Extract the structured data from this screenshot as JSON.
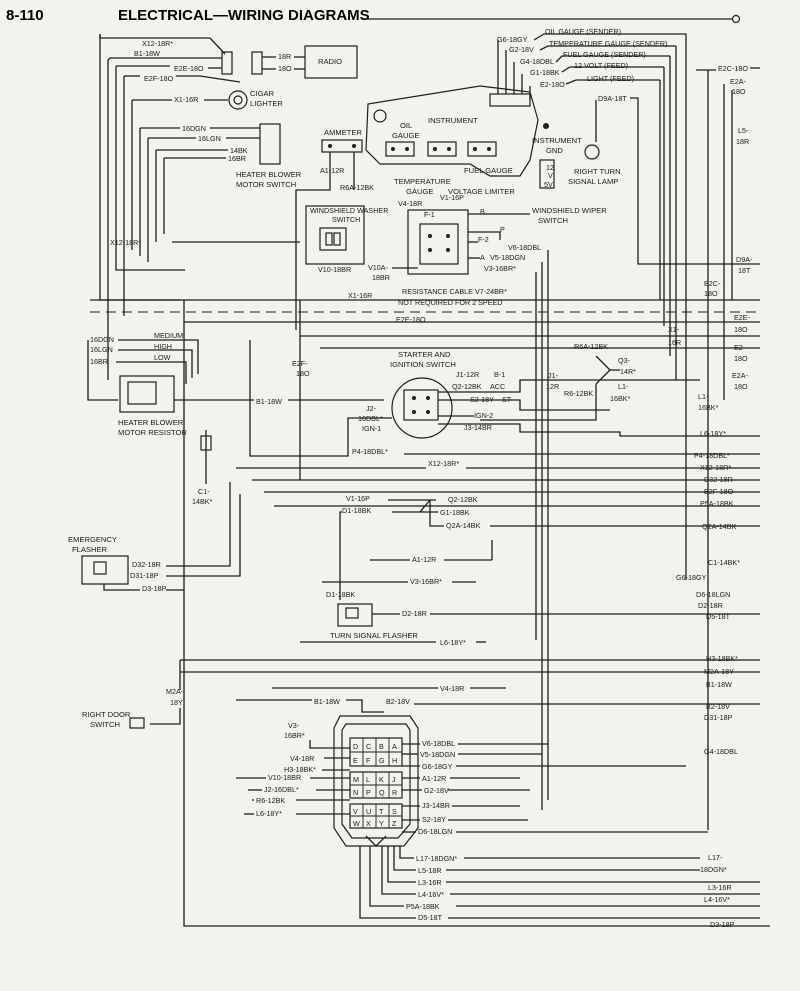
{
  "header": {
    "page_number": "8-110",
    "title": "ELECTRICAL—WIRING DIAGRAMS"
  },
  "components": {
    "radio": "RADIO",
    "cigar_lighter": [
      "CIGAR",
      "LIGHTER"
    ],
    "heater_blower_switch": [
      "HEATER BLOWER",
      "MOTOR SWITCH"
    ],
    "ammeter": "AMMETER",
    "instrument_cluster": "INSTRUMENT",
    "oil_gauge": [
      "OIL",
      "GAUGE"
    ],
    "fuel_gauge": "FUEL GAUGE",
    "temperature_gauge": [
      "TEMPERATURE",
      "GAUGE"
    ],
    "voltage_limiter": "VOLTAGE LIMITER",
    "instrument_gnd": [
      "INSTRUMENT",
      "GND"
    ],
    "right_turn_signal_lamp": [
      "RIGHT TURN",
      "SIGNAL LAMP"
    ],
    "windshield_washer_switch": [
      "WINDSHIELD WASHER",
      "SWITCH"
    ],
    "windshield_wiper_switch": [
      "WINDSHIELD WIPER",
      "SWITCH"
    ],
    "resistance_cable": "RESISTANCE CABLE V7-24BR*",
    "not_required": "NOT REQUIRED FOR 2 SPEED",
    "starter_ignition_switch": [
      "STARTER AND",
      "IGNITION SWITCH"
    ],
    "heater_blower_resistor": [
      "HEATER BLOWER",
      "MOTOR RESISTOR"
    ],
    "emergency_flasher": [
      "EMERGENCY",
      "FLASHER"
    ],
    "turn_signal_flasher": "TURN SIGNAL FLASHER",
    "right_door_switch": [
      "RIGHT DOOR",
      "SWITCH"
    ],
    "speed_labels": [
      "MEDIUM",
      "HIGH",
      "LOW"
    ],
    "voltage_values": [
      "12",
      "V",
      "5V"
    ]
  },
  "gauge_feeds": [
    "G6-18GY",
    "OIL GAUGE (SENDER)",
    "G2-18V",
    "TEMPERATURE GAUGE (SENDER)",
    "G4-18DBL",
    "FUEL GAUGE (SENDER)",
    "G1-18BK",
    "12 VOLT (FEED)",
    "E2-18O",
    "LIGHT (FEED)",
    "D9A-18T"
  ],
  "labels": {
    "x12_18r_top": "X12-18R*",
    "b1_18w_top": "B1-18W",
    "e2e_18o_top": "E2E-18O",
    "e2f_18o_top": "E2F-18O",
    "r18": "18R",
    "r180": "18O",
    "x1_16r": "X1-16R",
    "c16dgn": "16DGN",
    "c16lgn": "16LGN",
    "c14bk": "14BK",
    "c16br": "16BR",
    "a1_12r": "A1-12R",
    "r6a_12bk": "R6A-12BK",
    "v4_18r": "V4-18R",
    "f1": "F-1",
    "v1_16p": "V1-16P",
    "b": "B",
    "p": "P",
    "f2": "F-2",
    "a": "A",
    "v6_18dbl": "V6-18DBL",
    "v5_18dgn": "V5-18DGN",
    "v3_16br": "V3-16BR*",
    "v10_18br": "V10-18BR",
    "v10a": "V10A-",
    "v10a_2": "18BR",
    "x12_18r_mid": "X12-18R*",
    "x1_16r_mid": "X1-16R",
    "e2e_18o_mid": "E2E-18O",
    "m16dgn": "16DGN",
    "m16lgn": "16LGN",
    "m16br": "16BR",
    "e2f": "E2F-",
    "e2f_2": "18O",
    "b1_18w_mid": "B1-18W",
    "j1_12r": "J1-12R",
    "b1": "B-1",
    "q2_12bk": "Q2-12BK",
    "acc": "ACC",
    "s2_18y": "S2-18Y",
    "st": "ST",
    "j2": "J2-",
    "j2_2": "16DBL*",
    "ign1": "IGN-1",
    "ign2": "IGN-2",
    "j3_14br": "J3-14BR",
    "p4_18dbl": "P4-18DBL*",
    "x12_18r_low": "X12-18R*",
    "r6a_12bk_r": "R6A-12BK",
    "q3": "Q3-",
    "q3_2": "14R*",
    "l1": "L1-",
    "l1_2": "16BK*",
    "j1": "J1-",
    "j1_2": "12R",
    "r6_12bk": "R6-12BK",
    "c1": "C1-",
    "c1_2": "14BK*",
    "v1_16p_b": "V1-16P",
    "d1_18bk": "D1-18BK",
    "q2_12bk_b": "Q2-12BK",
    "g1_18bk": "G1-18BK",
    "q2a_14bk": "Q2A-14BK",
    "a1_12r_b": "A1-12R",
    "v3_16br_b": "V3-16BR*",
    "d32_18r": "D32-18R",
    "d31_18p": "D31-18P",
    "d3_18p": "D3-18P",
    "d1_18bk_b": "D1-18BK",
    "d2_18r": "D2-18R",
    "l6_18y": "L6-18Y*",
    "m2a": "M2A-",
    "m2a_2": "18Y",
    "v4_18r_b": "V4-18R",
    "b1_18w_b": "B1-18W",
    "b2_18v": "B2-18V",
    "v3": "V3-",
    "v3_2": "16BR*",
    "v4_18r_c": "V4-18R",
    "h3_18bk": "H3-18BK*",
    "v10_18br_b": "V10-18BR",
    "j2_16dbl": "J2-16DBL*",
    "r6_12bk_b": "R6-12BK",
    "l6_18y_b": "L6-18Y*",
    "v6_18dbl_b": "V6-18DBL",
    "v5_18dgn_b": "V5-18DGN",
    "g6_18gy": "G6-18GY",
    "a1_12r_c": "A1-12R",
    "g2_18v": "G2-18V",
    "j3_14br_b": "J3-14BR",
    "s2_18y_b": "S2-18Y",
    "d6_18lgn": "D6-18LGN",
    "l17_18dgn": "L17-18DGN*",
    "l5_18r": "L5-18R",
    "l3_16r": "L3-16R",
    "l4_16v": "L4-16V*",
    "p5a_18bk": "P5A-18BK",
    "d5_18t": "D5-18T"
  },
  "right_edge": [
    "E2C-18O",
    "E2A-",
    "18O",
    "L5-",
    "18R",
    "D9A-",
    "18T",
    "E2C-",
    "18O",
    "E2E-",
    "18O",
    "X1-",
    "16R",
    "E2-",
    "18O",
    "E2A-",
    "18O",
    "L1-",
    "16BK*",
    "L6-18Y*",
    "P4-18DBL*",
    "X12-18R*",
    "D32-18R",
    "E2F-18O",
    "P5A-18BK",
    "Q2A-14BK",
    "C1-14BK*",
    "G6-18GY",
    "D6-18LGN",
    "D2-18R",
    "D5-18T",
    "H3-18BK*",
    "M2A-18Y",
    "B1-18W",
    "B2-18V",
    "D31-18P",
    "G4-18DBL",
    "L17-",
    "18DGN*",
    "L3-16R",
    "L4-16V*",
    "D3-18P"
  ],
  "connector": {
    "row1": [
      "D",
      "C",
      "B",
      "A"
    ],
    "row2": [
      "E",
      "F",
      "G",
      "H"
    ],
    "row3": [
      "M",
      "L",
      "K",
      "J"
    ],
    "row4": [
      "N",
      "P",
      "Q",
      "R"
    ],
    "row5": [
      "V",
      "U",
      "T",
      "S"
    ],
    "row6": [
      "W",
      "X",
      "Y",
      "Z"
    ]
  }
}
